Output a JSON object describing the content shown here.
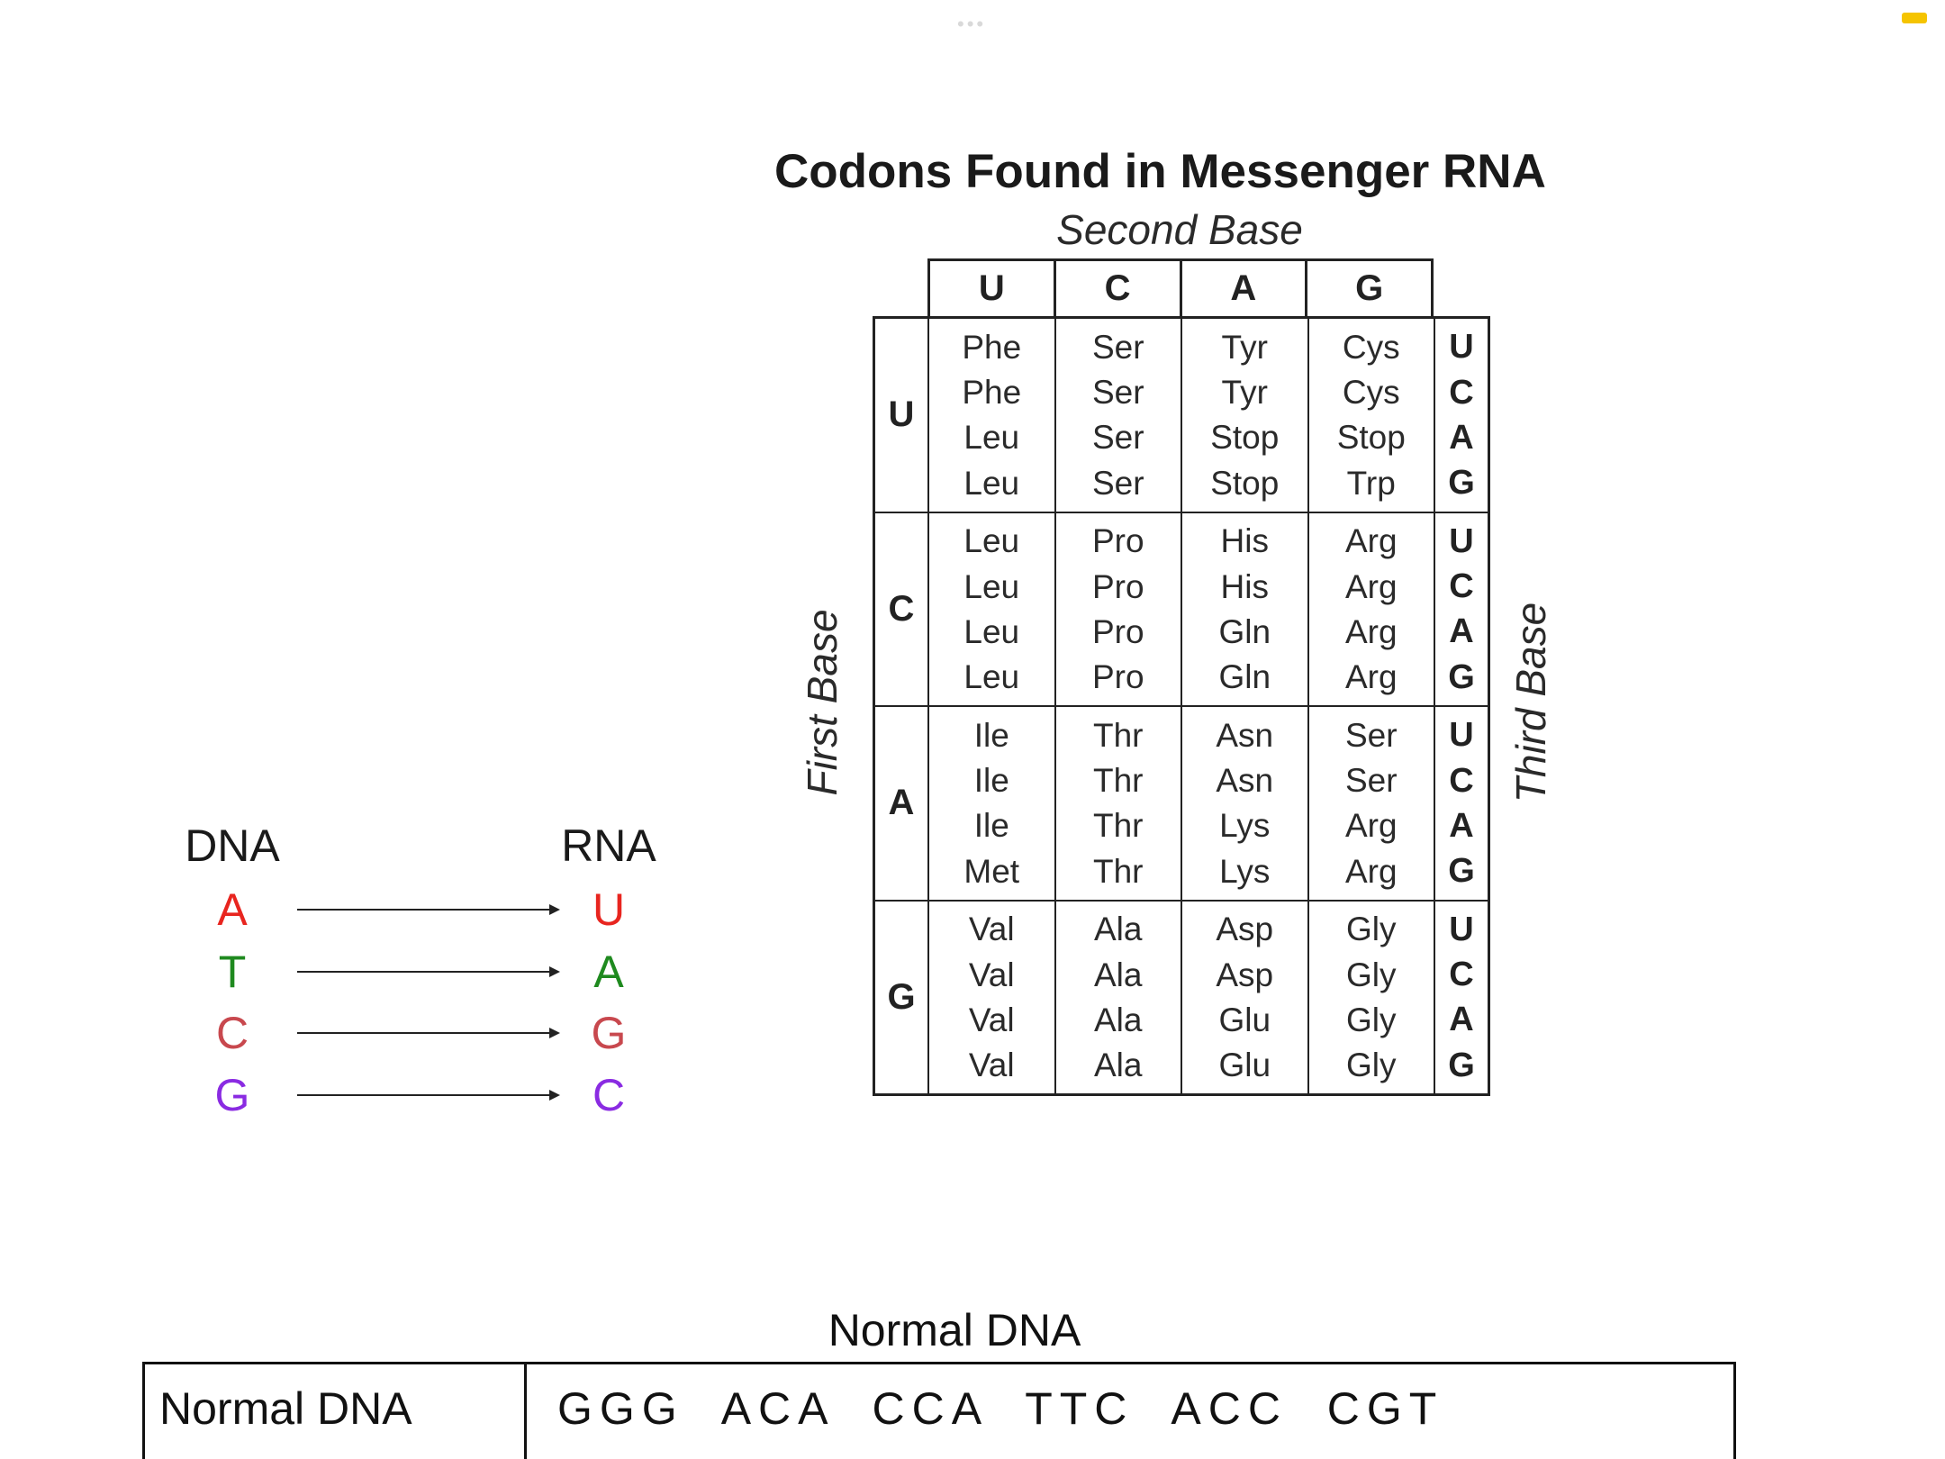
{
  "chart": {
    "title": "Codons Found in Messenger RNA",
    "second_base_label": "Second Base",
    "first_base_label": "First Base",
    "third_base_label": "Third Base",
    "columns": [
      "U",
      "C",
      "A",
      "G"
    ],
    "rows": [
      {
        "first": "U",
        "cols": [
          [
            "Phe",
            "Phe",
            "Leu",
            "Leu"
          ],
          [
            "Ser",
            "Ser",
            "Ser",
            "Ser"
          ],
          [
            "Tyr",
            "Tyr",
            "Stop",
            "Stop"
          ],
          [
            "Cys",
            "Cys",
            "Stop",
            "Trp"
          ]
        ],
        "third": [
          "U",
          "C",
          "A",
          "G"
        ]
      },
      {
        "first": "C",
        "cols": [
          [
            "Leu",
            "Leu",
            "Leu",
            "Leu"
          ],
          [
            "Pro",
            "Pro",
            "Pro",
            "Pro"
          ],
          [
            "His",
            "His",
            "Gln",
            "Gln"
          ],
          [
            "Arg",
            "Arg",
            "Arg",
            "Arg"
          ]
        ],
        "third": [
          "U",
          "C",
          "A",
          "G"
        ]
      },
      {
        "first": "A",
        "cols": [
          [
            "Ile",
            "Ile",
            "Ile",
            "Met"
          ],
          [
            "Thr",
            "Thr",
            "Thr",
            "Thr"
          ],
          [
            "Asn",
            "Asn",
            "Lys",
            "Lys"
          ],
          [
            "Ser",
            "Ser",
            "Arg",
            "Arg"
          ]
        ],
        "third": [
          "U",
          "C",
          "A",
          "G"
        ]
      },
      {
        "first": "G",
        "cols": [
          [
            "Val",
            "Val",
            "Val",
            "Val"
          ],
          [
            "Ala",
            "Ala",
            "Ala",
            "Ala"
          ],
          [
            "Asp",
            "Asp",
            "Glu",
            "Glu"
          ],
          [
            "Gly",
            "Gly",
            "Gly",
            "Gly"
          ]
        ],
        "third": [
          "U",
          "C",
          "A",
          "G"
        ]
      }
    ]
  },
  "key": {
    "dna_header": "DNA",
    "rna_header": "RNA",
    "pairs": [
      {
        "dna": "A",
        "rna": "U",
        "dna_color": "#e8251f",
        "rna_color": "#e8251f"
      },
      {
        "dna": "T",
        "rna": "A",
        "dna_color": "#1f8a1f",
        "rna_color": "#1f8a1f"
      },
      {
        "dna": "C",
        "rna": "G",
        "dna_color": "#c8484e",
        "rna_color": "#c8484e"
      },
      {
        "dna": "G",
        "rna": "C",
        "dna_color": "#8a2be2",
        "rna_color": "#8a2be2"
      }
    ]
  },
  "bottom": {
    "title": "Normal DNA",
    "row_label": "Normal DNA",
    "sequence": "GGG  ACA  CCA  TTC  ACC  CGT"
  }
}
